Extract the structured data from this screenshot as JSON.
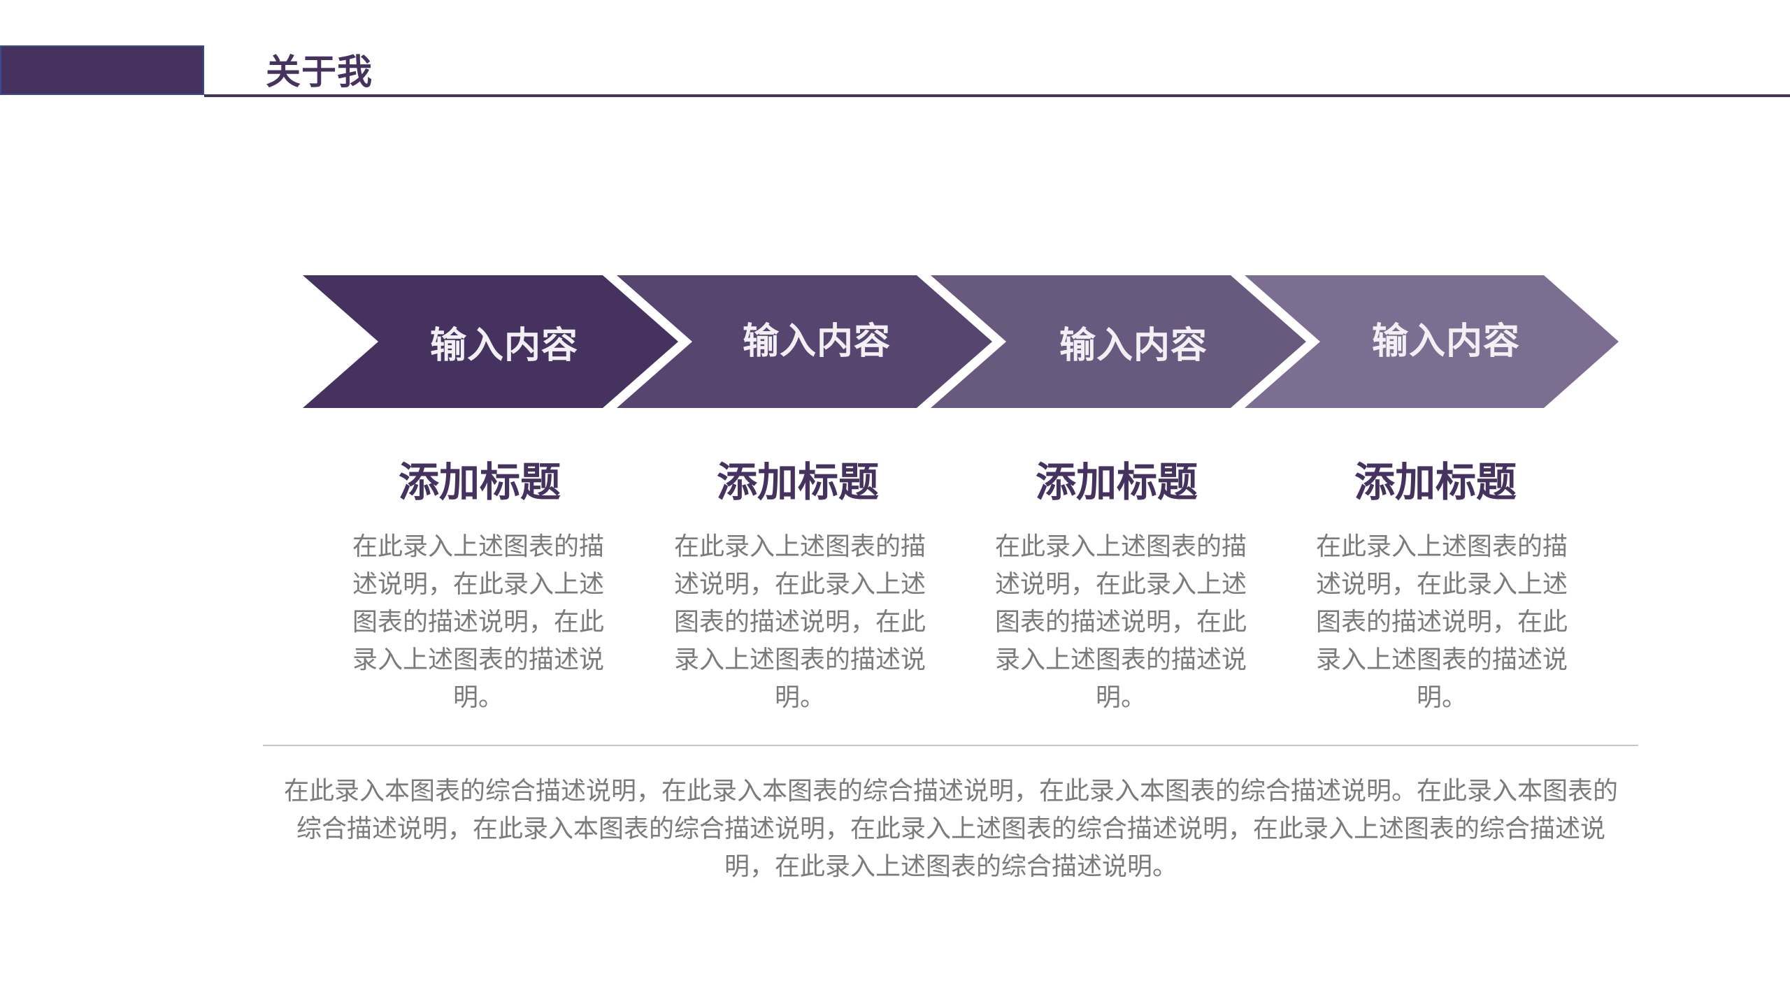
{
  "header": {
    "title": "关于我",
    "accent_color": "#45325f"
  },
  "process": {
    "steps": [
      {
        "label": "输入内容",
        "color": "#45325f",
        "title": "添加标题",
        "description": "在此录入上述图表的描述说明，在此录入上述图表的描述说明，在此录入上述图表的描述说明。"
      },
      {
        "label": "输入内容",
        "color": "#56456f",
        "title": "添加标题",
        "description": "在此录入上述图表的描述说明，在此录入上述图表的描述说明，在此录入上述图表的描述说明。"
      },
      {
        "label": "输入内容",
        "color": "#685a7f",
        "title": "添加标题",
        "description": "在此录入上述图表的描述说明，在此录入上述图表的描述说明，在此录入上述图表的描述说明。"
      },
      {
        "label": "输入内容",
        "color": "#7b6e91",
        "title": "添加标题",
        "description": "在此录入上述图表的描述说明，在此录入上述图表的描述说明，在此录入上述图表的描述说明。"
      }
    ]
  },
  "summary": {
    "text": "在此录入本图表的综合描述说明，在此录入本图表的综合描述说明，在此录入本图表的综合描述说明。在此录入本图表的综合描述说明，在此录入本图表的综合描述说明，在此录入上述图表的综合描述说明，在此录入上述图表的综合描述说明，在此录入上述图表的综合描述说明。"
  }
}
